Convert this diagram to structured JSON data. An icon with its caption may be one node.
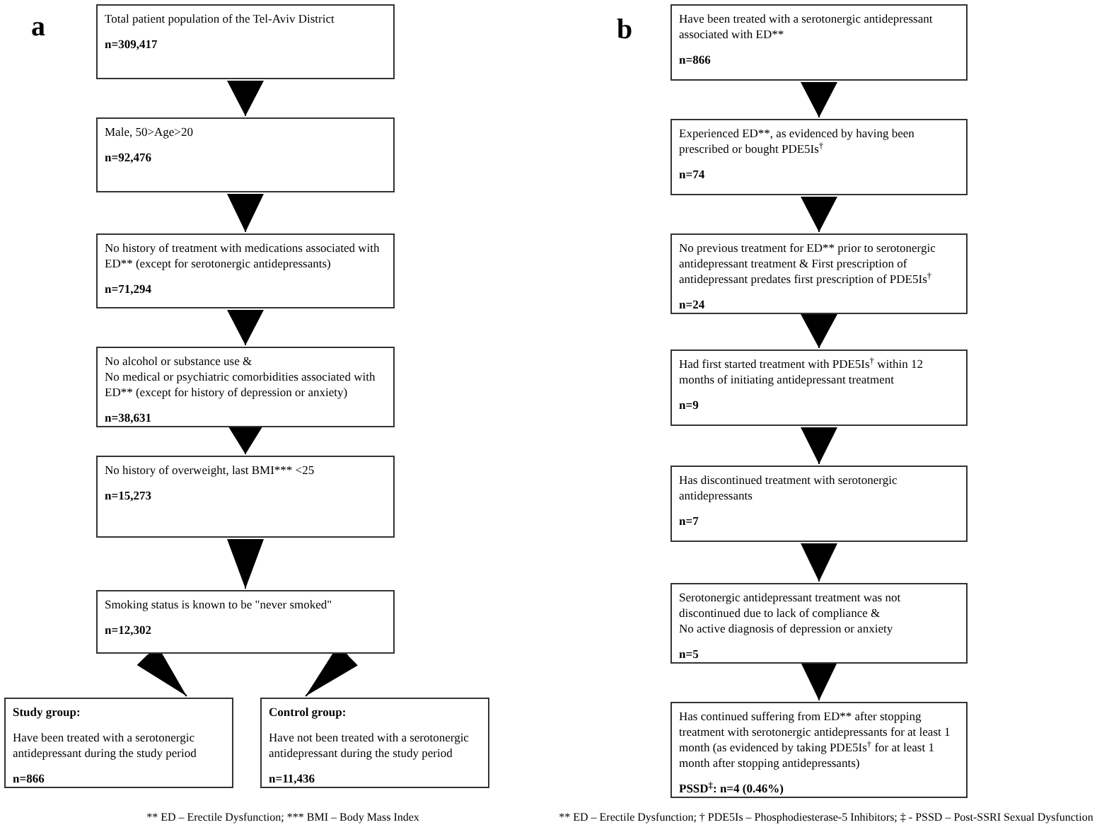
{
  "diagram": {
    "nodes": [
      {
        "text": [
          "Total patient population of the Tel-Aviv District",
          "n=309,417"
        ]
      },
      {
        "text": [
          "Male, 50>Age>20",
          "n=92,476"
        ]
      },
      {
        "text": [
          "No history of treatment with medications associated with ED** (except for serotonergic antidepressants)",
          "n=71,294"
        ]
      },
      {
        "text": [
          "No alcohol or substance use &",
          "No medical or psychiatric comorbidities associated with ED** (except for history of depression or anxiety)",
          "n=38,631"
        ]
      },
      {
        "text": [
          "No history of overweight, last BMI*** <25",
          "n=15,273"
        ]
      },
      {
        "text": [
          "Smoking status is known to be \"never smoked\"",
          "n=12,302"
        ]
      },
      {
        "text": [
          "Study group:",
          "Have been treated with a serotonergic antidepressant during the study period",
          "n=866"
        ]
      },
      {
        "text": [
          "Control group:",
          "Have not been treated with a serotonergic antidepressant during the study period",
          "n=11,436"
        ]
      },
      {
        "text": [
          "Have been treated with a serotonergic antidepressant associated with ED**",
          "n=866"
        ]
      },
      {
        "text": [
          "Experienced ED**, as evidenced by having been prescribed or bought PDE5Is$^{†}$",
          "n=74"
        ]
      },
      {
        "text": [
          "No previous treatment for ED** prior to serotonergic antidepressant treatment & First prescription of antidepressant predates first prescription of PDE5Is$^{†}$",
          "n=24"
        ]
      },
      {
        "text": [
          "Had first started treatment with PDE5Is$^{†}$ within 12 months of initiating antidepressant treatment",
          "n=9"
        ]
      },
      {
        "text": [
          "Has discontinued treatment with serotonergic antidepressants",
          "n=7"
        ]
      },
      {
        "text": [
          "Serotonergic antidepressant treatment was not discontinued due to lack of compliance &",
          "No active diagnosis of depression or anxiety",
          "n=5"
        ]
      },
      {
        "text": [
          "Has continued suffering from ED** after stopping treatment with serotonergic antidepressants for at least 1 month (as evidenced by taking PDE5Is$^{†}$ for at least 1 month after stopping antidepressants)",
          "PSSD$^{‡}$: n=4 (0.46%)"
        ]
      }
    ],
    "edges": [
      {
        "from": 0,
        "to": 1,
        "arrow": "to"
      },
      {
        "from": 1,
        "to": 2,
        "arrow": "to"
      },
      {
        "from": 2,
        "to": 3,
        "arrow": "to"
      },
      {
        "from": 3,
        "to": 4,
        "arrow": "to"
      },
      {
        "from": 4,
        "to": 5,
        "arrow": "to"
      },
      {
        "from": 5,
        "to": 6,
        "arrow": "to"
      },
      {
        "from": 5,
        "to": 7,
        "arrow": "to"
      },
      {
        "from": 8,
        "to": 9,
        "arrow": "to"
      },
      {
        "from": 9,
        "to": 10,
        "arrow": "to"
      },
      {
        "from": 10,
        "to": 11,
        "arrow": "to"
      },
      {
        "from": 11,
        "to": 12,
        "arrow": "to"
      },
      {
        "from": 12,
        "to": 13,
        "arrow": "to"
      },
      {
        "from": 13,
        "to": 14,
        "arrow": "to"
      }
    ],
    "labels": [
      "a",
      "b",
      "** ED – Erectile Dysfunction; *** BMI – Body Mass Index",
      "** ED – Erectile Dysfunction; † PDE5Is – Phosphodiesterase-5 Inhibitors; ‡ - PSSD – Post-SSRI Sexual Dysfunction"
    ]
  }
}
